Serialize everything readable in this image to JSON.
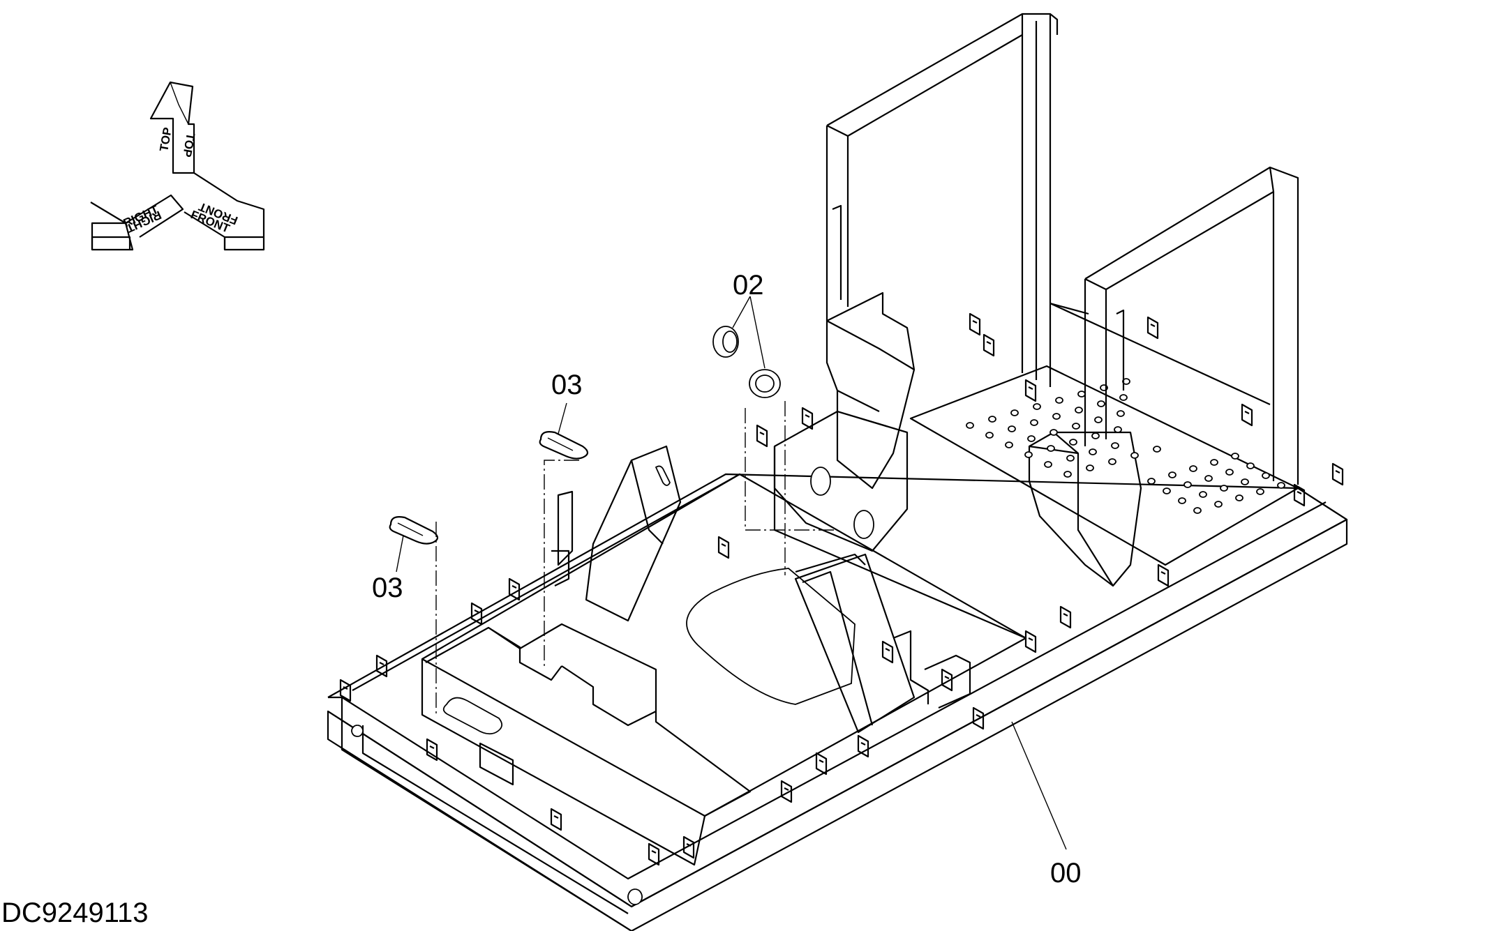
{
  "drawing_id": "DC9249113",
  "orientation": {
    "top_label": "TOP",
    "right_label": "RIGHT",
    "front_label": "FRONT"
  },
  "callouts": [
    {
      "id": "callout-02",
      "text": "02"
    },
    {
      "id": "callout-03-upper",
      "text": "03"
    },
    {
      "id": "callout-03-lower",
      "text": "03"
    },
    {
      "id": "callout-00",
      "text": "00"
    }
  ]
}
